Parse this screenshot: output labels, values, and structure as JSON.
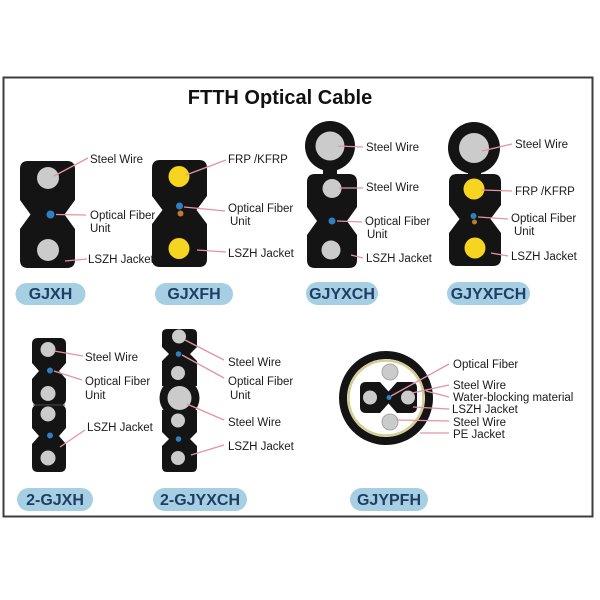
{
  "title": "FTTH Optical Cable",
  "palette": {
    "cable_black": "#141414",
    "steel_wire_gray": "#cbcbcb",
    "frp_yellow": "#f6d41f",
    "optical_fiber_blue": "#2f7fc1",
    "fiber_orange": "#bf7a2e",
    "badge_fill": "#a7cfe3",
    "badge_text": "#1d3f66",
    "leader_line_pink": "#e393a4",
    "water_blocking_ring": "#d5cd90",
    "frame_border": "#3d3d3d",
    "label_text": "#1a1a1a"
  },
  "cables": {
    "gjxh": {
      "badge": "GJXH",
      "label_steel_wire": "Steel Wire",
      "label_optical_fiber": "Optical Fiber",
      "label_unit": "Unit",
      "label_lszh": "LSZH Jacket"
    },
    "gjxfh": {
      "badge": "GJXFH",
      "label_frp": "FRP /KFRP",
      "label_optical_fiber": "Optical Fiber",
      "label_unit": "Unit",
      "label_lszh": "LSZH Jacket"
    },
    "gjyxch": {
      "badge": "GJYXCH",
      "label_steel_wire_messenger": "Steel Wire",
      "label_steel_wire": "Steel Wire",
      "label_optical_fiber": "Optical Fiber",
      "label_unit": "Unit",
      "label_lszh": "LSZH Jacket"
    },
    "gjyxfch": {
      "badge": "GJYXFCH",
      "label_steel_wire": "Steel Wire",
      "label_frp": "FRP /KFRP",
      "label_optical_fiber": "Optical Fiber",
      "label_unit": "Unit",
      "label_lszh": "LSZH Jacket"
    },
    "gjxh2": {
      "badge": "2-GJXH",
      "label_steel_wire": "Steel Wire",
      "label_optical_fiber": "Optical Fiber",
      "label_unit": "Unit",
      "label_lszh": "LSZH Jacket"
    },
    "gjyxch2": {
      "badge": "2-GJYXCH",
      "label_steel_wire_top": "Steel Wire",
      "label_optical_fiber": "Optical Fiber",
      "label_unit": "Unit",
      "label_steel_wire_mid": "Steel Wire",
      "label_lszh": "LSZH Jacket"
    },
    "gjypfh": {
      "badge": "GJYPFH",
      "label_optical_fiber": "Optical Fiber",
      "label_steel_wire_top": "Steel Wire",
      "label_water_blocking": "Water-blocking material",
      "label_lszh": "LSZH Jacket",
      "label_steel_wire_bottom": "Steel Wire",
      "label_pe": "PE Jacket"
    }
  }
}
